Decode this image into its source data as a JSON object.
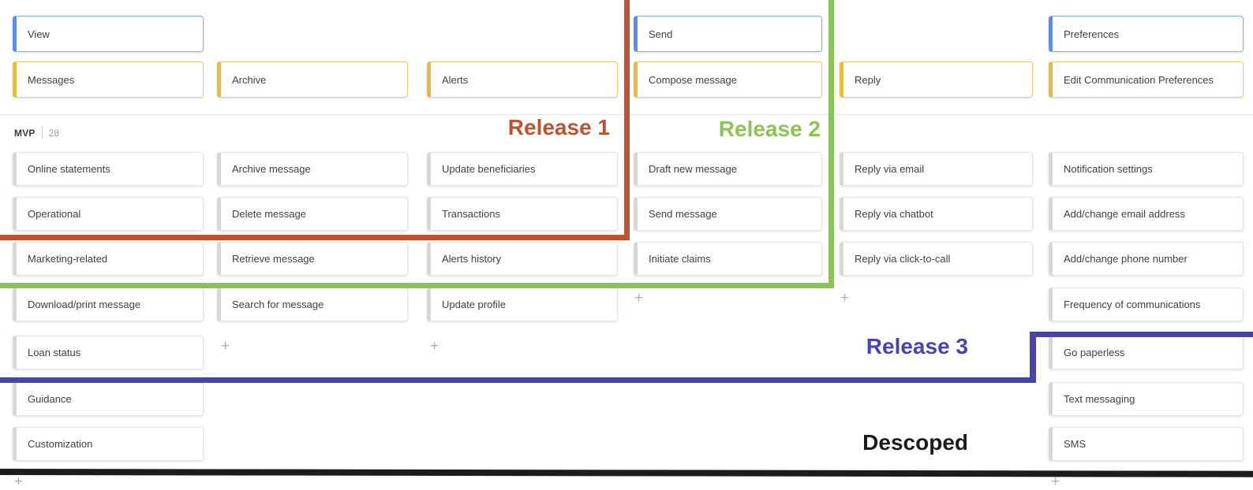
{
  "theme": {
    "canvas_bg": "#ffffff",
    "activity_accent": "#5b8ded",
    "activity_border": "#85abf1",
    "step_accent": "#e5bc3f",
    "step_border": "#e8cd6e",
    "card_accent": "#d7d7d7",
    "card_border": "#e4e4e4",
    "card_text": "#3f3f3f",
    "release1": "#c0532d",
    "release2": "#8cc355",
    "release3": "#4843af",
    "descoped": "#1c1c1c",
    "plus": "#b0b0b0",
    "muted": "#9a9a9a",
    "divider": "#e7e7e7"
  },
  "section": {
    "name": "MVP",
    "count": "28"
  },
  "plus_glyph": "+",
  "activities": [
    {
      "label": "View"
    },
    {
      "label": "Send"
    },
    {
      "label": "Preferences"
    }
  ],
  "steps": [
    {
      "label": "Messages"
    },
    {
      "label": "Archive"
    },
    {
      "label": "Alerts"
    },
    {
      "label": "Compose message"
    },
    {
      "label": "Reply"
    },
    {
      "label": "Edit Communication Preferences"
    }
  ],
  "columns": [
    {
      "cards": [
        "Online statements",
        "Operational",
        "Marketing-related",
        "Download/print message",
        "Loan status",
        "Guidance",
        "Customization"
      ]
    },
    {
      "cards": [
        "Archive message",
        "Delete message",
        "Retrieve message",
        "Search for message"
      ]
    },
    {
      "cards": [
        "Update beneficiaries",
        "Transactions",
        "Alerts history",
        "Update profile"
      ]
    },
    {
      "cards": [
        "Draft new message",
        "Send message",
        "Initiate claims"
      ]
    },
    {
      "cards": [
        "Reply via email",
        "Reply via chatbot",
        "Reply via click-to-call"
      ]
    },
    {
      "cards": [
        "Notification settings",
        "Add/change email address",
        "Add/change phone number",
        "Frequency of communications",
        "Go paperless",
        "Text messaging",
        "SMS"
      ]
    }
  ],
  "releases": [
    {
      "label": "Release 1"
    },
    {
      "label": "Release 2"
    },
    {
      "label": "Release 3"
    },
    {
      "label": "Descoped"
    }
  ]
}
